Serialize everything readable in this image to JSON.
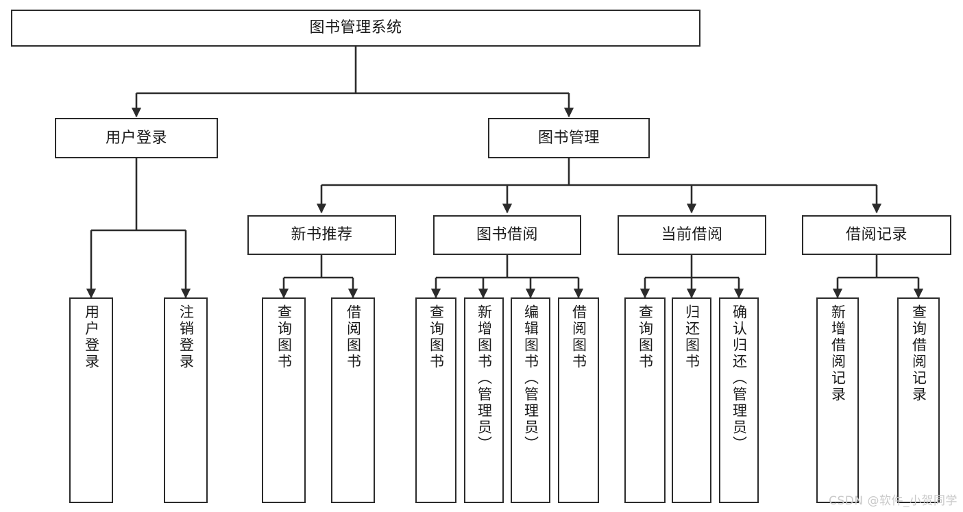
{
  "diagram": {
    "title_text": "图书管理系统",
    "type": "hierarchy-tree",
    "colors": {
      "stroke": "#2b2b2b",
      "fill": "#ffffff",
      "text": "#1b1b1b",
      "watermark": "#c9c9c9"
    },
    "nodes": {
      "root": {
        "label": "图书管理系统"
      },
      "level2": [
        {
          "id": "user-login",
          "label": "用户登录"
        },
        {
          "id": "book-management",
          "label": "图书管理"
        }
      ],
      "level3": [
        {
          "id": "new-book-recommend",
          "label": "新书推荐"
        },
        {
          "id": "book-borrow",
          "label": "图书借阅"
        },
        {
          "id": "current-borrow",
          "label": "当前借阅"
        },
        {
          "id": "borrow-record",
          "label": "借阅记录"
        }
      ],
      "leaves": [
        {
          "id": "leaf-user-login",
          "label": "用户登录"
        },
        {
          "id": "leaf-logout-login",
          "label": "注销登录"
        },
        {
          "id": "leaf-query-book-1",
          "label": "查询图书"
        },
        {
          "id": "leaf-borrow-book-1",
          "label": "借阅图书"
        },
        {
          "id": "leaf-query-book-2",
          "label": "查询图书"
        },
        {
          "id": "leaf-add-book-admin",
          "label": "新增图书（管理员）"
        },
        {
          "id": "leaf-edit-book-admin",
          "label": "编辑图书（管理员）"
        },
        {
          "id": "leaf-borrow-book-2",
          "label": "借阅图书"
        },
        {
          "id": "leaf-query-book-3",
          "label": "查询图书"
        },
        {
          "id": "leaf-return-book",
          "label": "归还图书"
        },
        {
          "id": "leaf-confirm-return-admin",
          "label": "确认归还（管理员）"
        },
        {
          "id": "leaf-add-borrow-record",
          "label": "新增借阅记录"
        },
        {
          "id": "leaf-query-borrow-record",
          "label": "查询借阅记录"
        }
      ]
    },
    "watermark": "CSDN @软件_小贺同学"
  }
}
